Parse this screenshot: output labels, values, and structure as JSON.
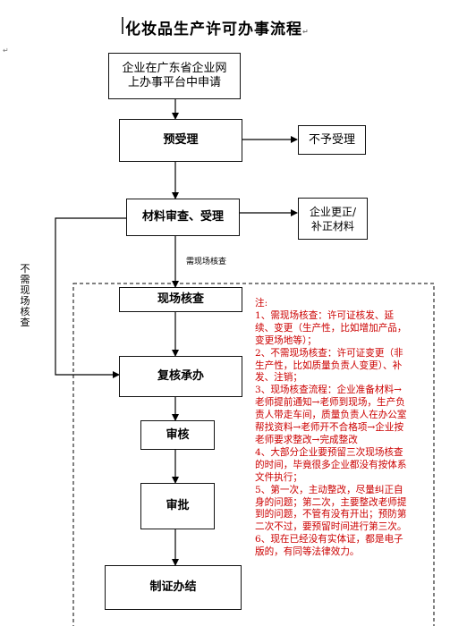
{
  "title": "化妆品生产许可办事流程",
  "flow": {
    "apply": "企业在广东省企业网上办事平台中申请",
    "accept": "预受理",
    "reject": "不予受理",
    "review": "材料审查、受理",
    "supplement": "企业更正/补正材料",
    "need_inspection": "需现场核查",
    "no_inspection": "不需现场核查",
    "inspection": "现场核查",
    "recheck": "复核承办",
    "audit": "审核",
    "approve": "审批",
    "issue": "制证办结"
  },
  "notes": {
    "heading": "注:",
    "items": [
      "1、需现场核查：许可证核发、延续、变更（生产性，比如增加产品，变更场地等）；",
      "2、不需现场核查：许可证变更（非生产性，比如质量负责人变更）、补发、注销；",
      "3、现场核查流程：企业准备材料→老师提前通知→老师到现场，生产负责人带走车间，质量负责人在办公室帮找资料→老师开不合格项→企业按老师要求整改→完成整改",
      "4、大部分企业要预留三次现场核查的时间，毕竟很多企业都没有按体系文件执行；",
      "5、第一次，主动整改，尽量纠正自身的问题；第二次，主要整改老师提到的问题，不管有没有开出；预防第二次不过，要预留时间进行第三次。",
      "6、现在已经没有实体证，都是电子版的，有同等法律效力。"
    ]
  }
}
